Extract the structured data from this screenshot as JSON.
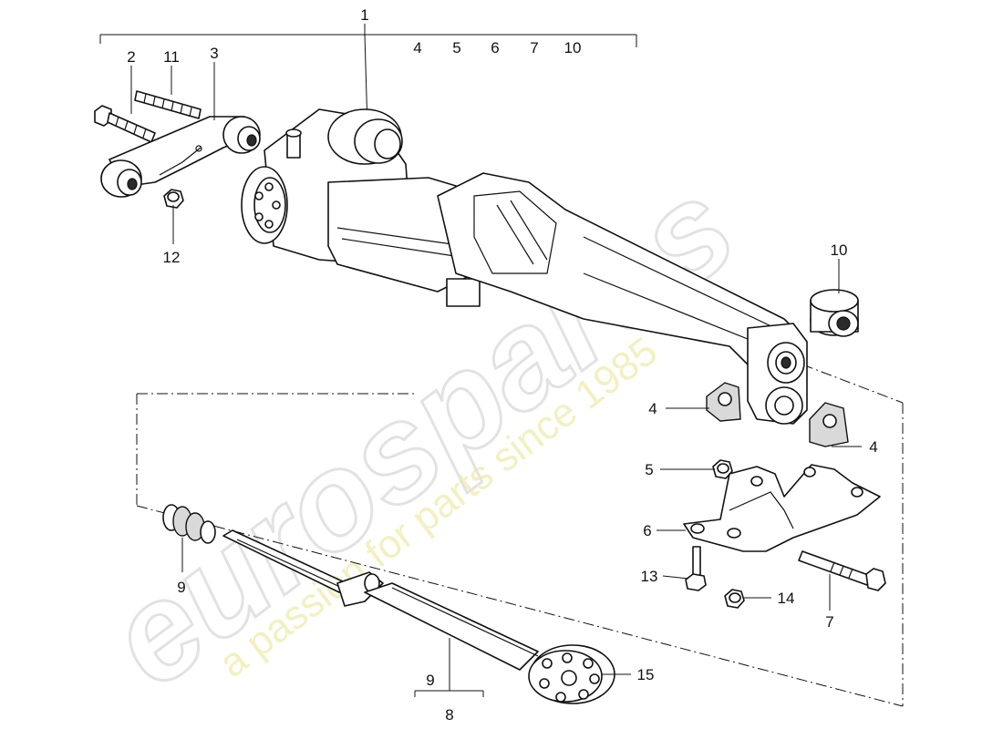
{
  "watermark": {
    "brand": "eurospares",
    "tagline": "a passion for parts since 1985",
    "color": "#eeeba8"
  },
  "callouts": {
    "c1": "1",
    "c4_top": "4",
    "c5_top": "5",
    "c6_top": "6",
    "c7_top": "7",
    "c10_top": "10",
    "c2": "2",
    "c11": "11",
    "c3": "3",
    "c12": "12",
    "c10": "10",
    "c4_left": "4",
    "c4_right": "4",
    "c5": "5",
    "c6": "6",
    "c13": "13",
    "c14": "14",
    "c7": "7",
    "c9_left": "9",
    "c15": "15",
    "c9_bottom": "9",
    "c8": "8"
  }
}
